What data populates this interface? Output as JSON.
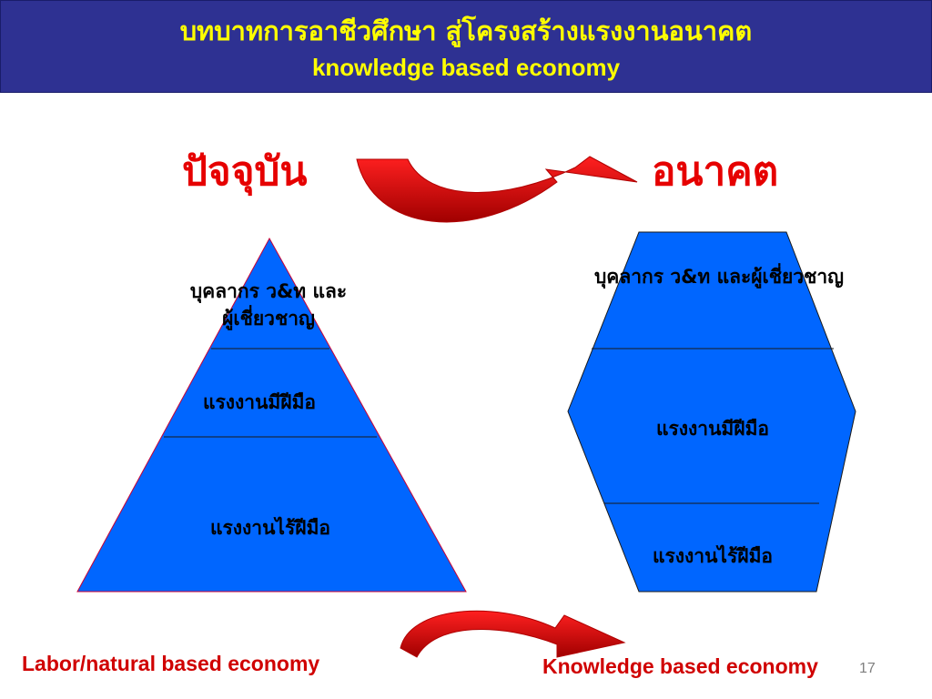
{
  "header": {
    "title_thai": "บทบาทการอาชีวศึกษา สู่โครงสร้างแรงงานอนาคต",
    "title_en": "knowledge based economy"
  },
  "present_label": "ปัจจุบัน",
  "future_label": "อนาคต",
  "pyramid": {
    "top": "บุคลากร ว&ท และ\nผู้เชี่ยวชาญ",
    "middle": "แรงงานมีฝีมือ",
    "bottom": "แรงงานไร้ฝีมือ"
  },
  "hexagon": {
    "top": "บุคลากร ว&ท และผู้เชี่ยวชาญ",
    "middle": "แรงงานมีฝีมือ",
    "bottom": "แรงงานไร้ฝีมือ"
  },
  "footer": {
    "left": "Labor/natural based economy",
    "right": "Knowledge  based economy",
    "page_number": "17"
  },
  "colors": {
    "header_bg": "#2e3192",
    "header_text": "#ffff00",
    "shape_fill": "#0066ff",
    "accent_red": "#e60000"
  }
}
